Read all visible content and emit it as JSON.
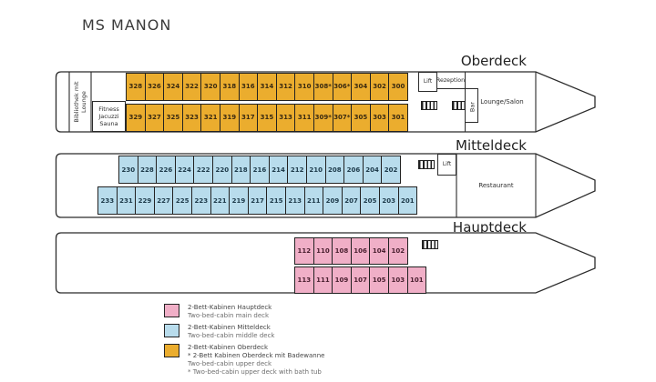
{
  "title": "MS MANON",
  "colors": {
    "oberdeck": "#EBAD2E",
    "mitteldeck": "#B8DCEC",
    "hauptdeck": "#F0AFC7"
  },
  "decks": [
    {
      "id": "oberdeck",
      "label": "Oberdeck",
      "rooms": {
        "bibliothek": "Bibliothek mit\nLounge",
        "fitness": "Fitness\nJacuzzi\nSauna",
        "lift": "Lift",
        "rezeption": "Rezeption",
        "bar": "Bar",
        "lounge": "Lounge/Salon"
      },
      "rows": [
        [
          "328",
          "326",
          "324",
          "322",
          "320",
          "318",
          "316",
          "314",
          "312",
          "310",
          "308*",
          "306*",
          "304",
          "302",
          "300"
        ],
        [
          "329",
          "327",
          "325",
          "323",
          "321",
          "319",
          "317",
          "315",
          "313",
          "311",
          "309*",
          "307*",
          "305",
          "303",
          "301"
        ]
      ]
    },
    {
      "id": "mitteldeck",
      "label": "Mitteldeck",
      "rooms": {
        "lift": "Lift",
        "restaurant": "Restaurant"
      },
      "rows": [
        [
          "230",
          "228",
          "226",
          "224",
          "222",
          "220",
          "218",
          "216",
          "214",
          "212",
          "210",
          "208",
          "206",
          "204",
          "202"
        ],
        [
          "233",
          "231",
          "229",
          "227",
          "225",
          "223",
          "221",
          "219",
          "217",
          "215",
          "213",
          "211",
          "209",
          "207",
          "205",
          "203",
          "201"
        ]
      ]
    },
    {
      "id": "hauptdeck",
      "label": "Hauptdeck",
      "rows": [
        [
          "112",
          "110",
          "108",
          "106",
          "104",
          "102"
        ],
        [
          "113",
          "111",
          "109",
          "107",
          "105",
          "103",
          "101"
        ]
      ]
    }
  ],
  "legend": [
    {
      "swatch": "hauptdeck",
      "lines": [
        {
          "text": "2-Bett-Kabinen Hauptdeck",
          "cls": "de"
        },
        {
          "text": "Two-bed-cabin main deck",
          "cls": "en"
        }
      ]
    },
    {
      "swatch": "mitteldeck",
      "lines": [
        {
          "text": "2-Bett-Kabinen Mitteldeck",
          "cls": "de"
        },
        {
          "text": "Two-bed-cabin middle deck",
          "cls": "en"
        }
      ]
    },
    {
      "swatch": "oberdeck",
      "lines": [
        {
          "text": "2-Bett-Kabinen Oberdeck",
          "cls": "de"
        },
        {
          "text": "* 2-Bett Kabinen Oberdeck mit Badewanne",
          "cls": "de"
        },
        {
          "text": "Two-bed-cabin upper deck",
          "cls": "en"
        },
        {
          "text": "* Two-bed-cabin upper deck with bath tub",
          "cls": "en"
        }
      ]
    }
  ]
}
